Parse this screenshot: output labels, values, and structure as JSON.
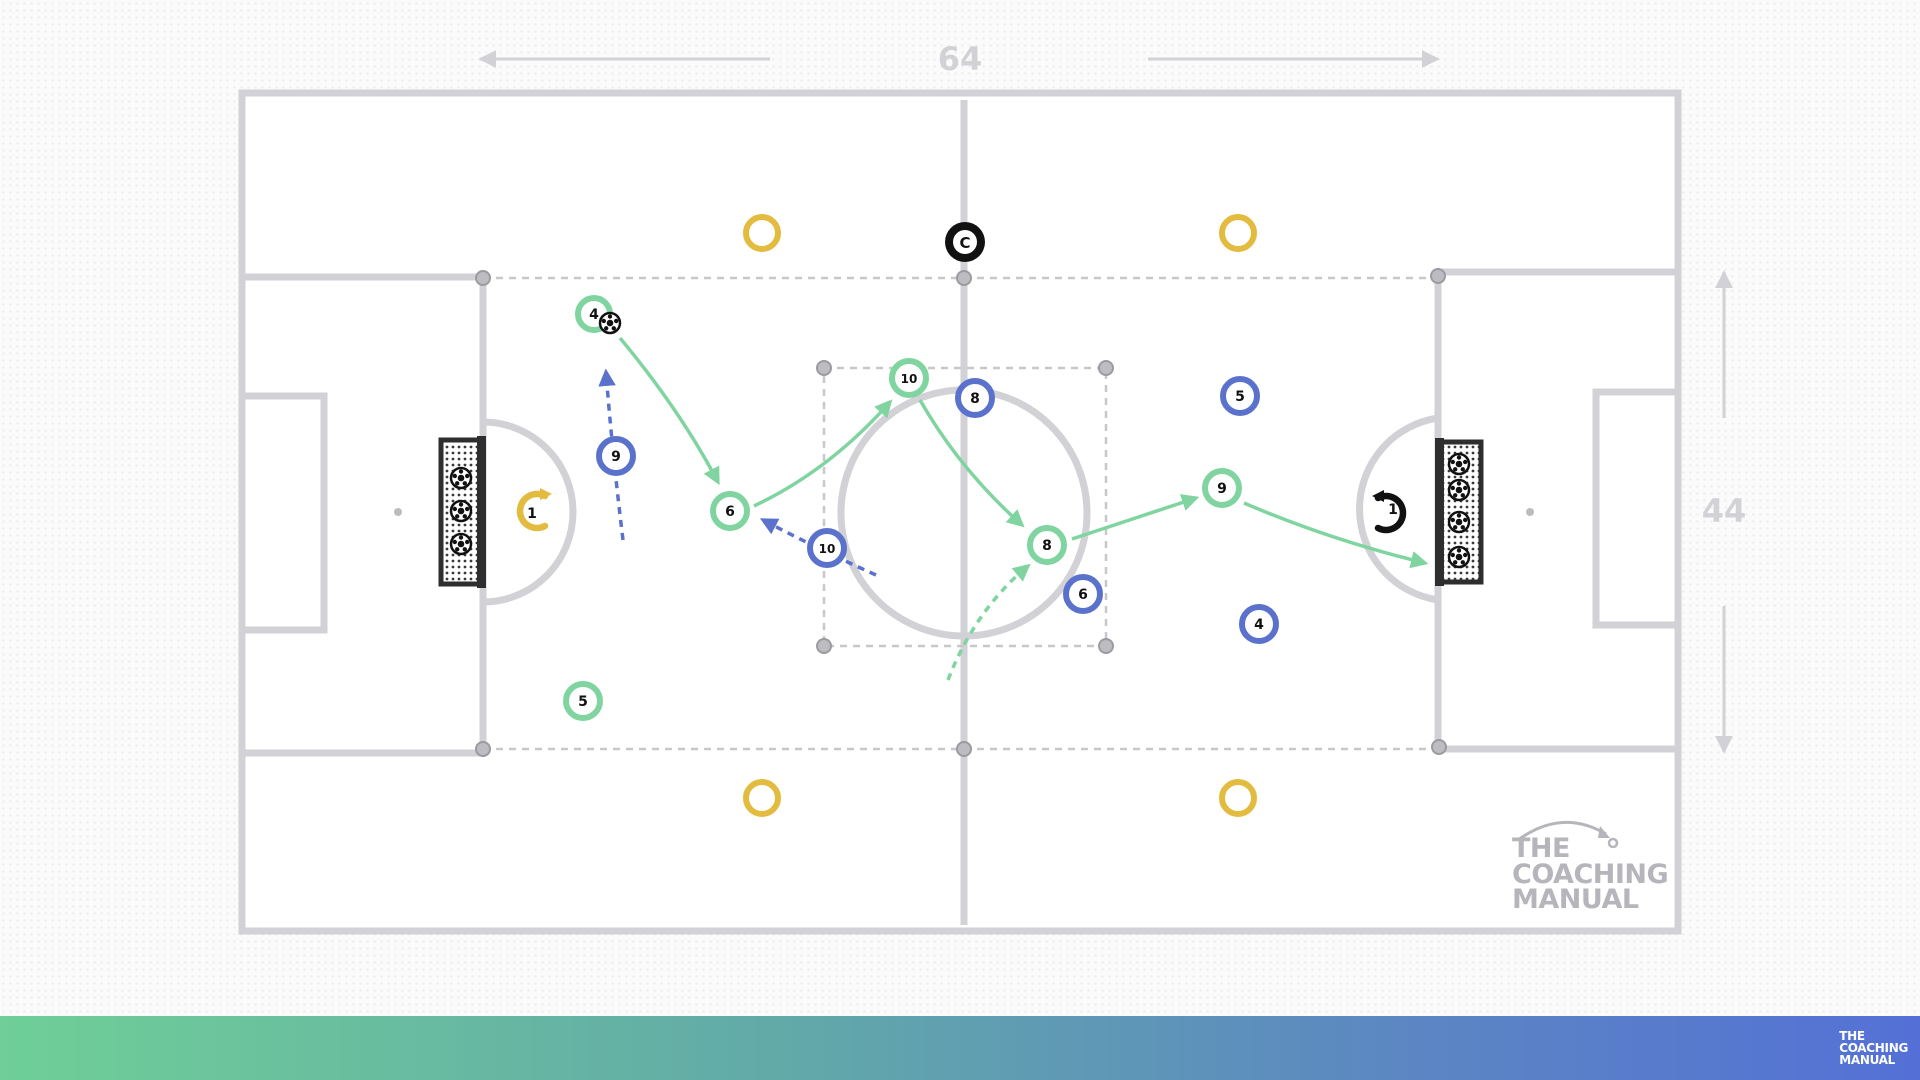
{
  "dimensions": {
    "width_label": "64",
    "height_label": "44"
  },
  "colors": {
    "team_green": "#7fd4a0",
    "team_blue": "#5b72cc",
    "keeper_yellow": "#e2bb3f",
    "cone_yellow": "#e2bb3f",
    "coach_black": "#111111",
    "line_grey": "#d2d2d6"
  },
  "coach": {
    "label": "C",
    "icon": "coach-marker"
  },
  "green_team": {
    "keeper": {
      "number": "1"
    },
    "players": [
      "4",
      "6",
      "10",
      "8",
      "9",
      "5"
    ]
  },
  "blue_team": {
    "keeper": {
      "number": "1"
    },
    "players": [
      "9",
      "10",
      "8",
      "6",
      "5",
      "4"
    ]
  },
  "equipment": {
    "ball": "football-icon",
    "goals": "mini-goal-icon",
    "cones": "cone-marker"
  },
  "brand": {
    "line1": "THE",
    "line2": "COACHING",
    "line3": "MANUAL"
  }
}
